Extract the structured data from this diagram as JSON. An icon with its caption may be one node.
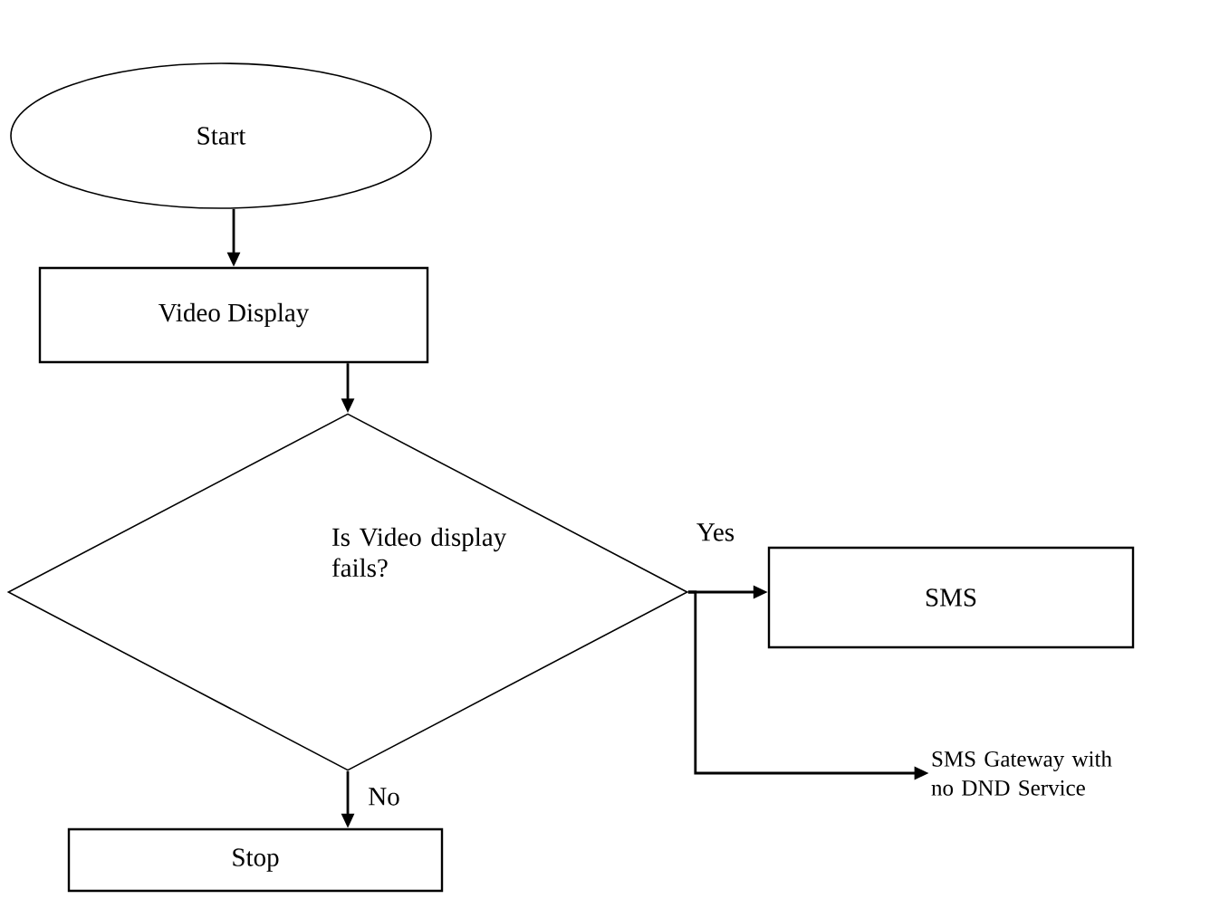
{
  "diagram": {
    "nodes": [
      {
        "text": [
          "Start"
        ]
      },
      {
        "text": [
          "Video Display"
        ]
      },
      {
        "text": [
          "Is Video display fails?"
        ]
      },
      {
        "text": [
          "SMS"
        ]
      },
      {
        "text": [
          "SMS Gateway with no DND Service"
        ]
      },
      {
        "text": [
          "Stop"
        ]
      }
    ],
    "edges": [
      {
        "from": 0,
        "to": 1,
        "arrow": "to"
      },
      {
        "from": 1,
        "to": 2,
        "arrow": "to"
      },
      {
        "from": 2,
        "to": 3,
        "arrow": "to",
        "label": "Yes"
      },
      {
        "from": 2,
        "to": 4,
        "arrow": "to"
      },
      {
        "from": 2,
        "to": 5,
        "arrow": "to",
        "label": "No"
      }
    ]
  }
}
